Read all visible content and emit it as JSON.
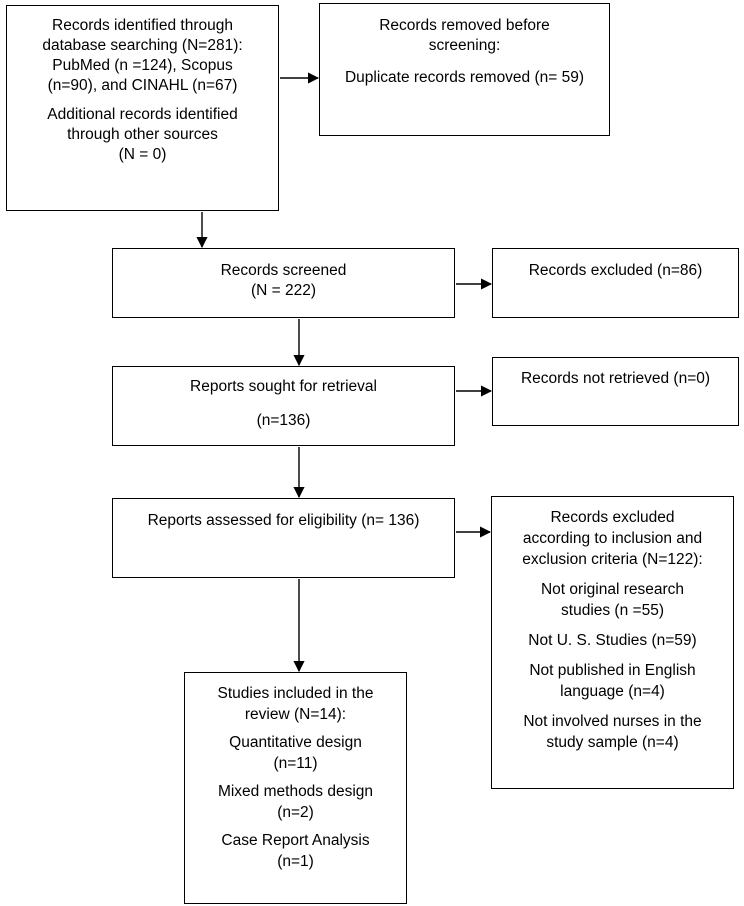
{
  "identification": {
    "line1": "Records identified through",
    "line2": "database searching (N=281):",
    "line3": "PubMed (n =124), Scopus",
    "line4": "(n=90), and CINAHL (n=67)",
    "line5": "Additional records identified",
    "line6": "through other sources",
    "line7": "(N = 0)"
  },
  "removed": {
    "line1": "Records removed before",
    "line2": "screening:",
    "line3": "Duplicate records removed (n= 59)"
  },
  "screened": {
    "line1": "Records screened",
    "line2": "(N = 222)"
  },
  "excluded": {
    "line1": "Records excluded (n=86)"
  },
  "sought": {
    "line1": "Reports sought for retrieval",
    "line2": "(n=136)"
  },
  "not_retrieved": {
    "line1": "Records not retrieved (n=0)"
  },
  "assessed": {
    "line1": "Reports assessed for eligibility (n= 136)"
  },
  "excluded_criteria": {
    "line1": "Records excluded",
    "line2": "according to inclusion and",
    "line3": "exclusion criteria (N=122):",
    "line4": "Not original research",
    "line5": "studies (n =55)",
    "line6": "Not U. S. Studies (n=59)",
    "line7": "Not published in English",
    "line8": "language (n=4)",
    "line9": "Not involved nurses in the",
    "line10": "study sample (n=4)"
  },
  "included": {
    "line1": "Studies included in the",
    "line2": "review (N=14):",
    "line3": "Quantitative design",
    "line4": "(n=11)",
    "line5": "Mixed methods design",
    "line6": "(n=2)",
    "line7": "Case Report Analysis",
    "line8": "(n=1)"
  }
}
